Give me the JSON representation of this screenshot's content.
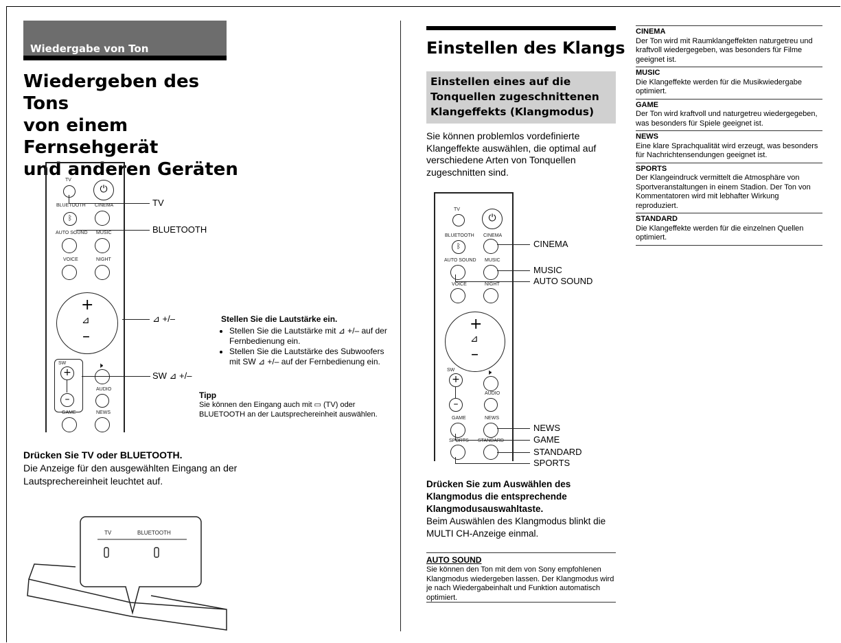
{
  "left": {
    "section_label": "Wiedergabe von Ton",
    "title_lines": [
      "Wiedergeben des Tons",
      "von einem Fernsehgerät",
      "und anderen Geräten"
    ],
    "remote_buttons": {
      "tv": "TV",
      "bluetooth": "BLUETOOTH",
      "cinema": "CINEMA",
      "auto_sound": "AUTO SOUND",
      "music": "MUSIC",
      "voice": "VOICE",
      "night": "NIGHT",
      "sw": "SW",
      "audio": "AUDIO",
      "game": "GAME",
      "news": "NEWS"
    },
    "callouts": {
      "tv": "TV",
      "bluetooth": "BLUETOOTH",
      "volume": "⊿ +/–",
      "sw_volume": "SW ⊿ +/–"
    },
    "volume_heading": "Stellen Sie die Lautstärke ein.",
    "volume_bullets": [
      "Stellen Sie die Lautstärke mit ⊿ +/– auf der Fernbedienung ein.",
      "Stellen Sie die Lautstärke des Subwoofers mit SW ⊿ +/– auf der Fernbedienung ein."
    ],
    "tip_heading": "Tipp",
    "tip_text": "Sie können den Eingang auch mit ▭ (TV) oder BLUETOOTH an der Lautsprechereinheit auswählen.",
    "press_heading": "Drücken Sie TV oder BLUETOOTH.",
    "press_text": "Die Anzeige für den ausgewählten Eingang an der Lautsprechereinheit leuchtet auf.",
    "soundbar_labels": {
      "tv": "TV",
      "bluetooth": "BLUETOOTH"
    }
  },
  "middle": {
    "title": "Einstellen des Klangs",
    "subheading": "Einstellen eines auf die Tonquellen zugeschnittenen Klangeffekts (Klangmodus)",
    "intro": "Sie können problemlos vordefinierte Klangeffekte auswählen, die optimal auf verschiedene Arten von Tonquellen zugeschnitten sind.",
    "remote_buttons": {
      "tv": "TV",
      "bluetooth": "BLUETOOTH",
      "cinema": "CINEMA",
      "auto_sound": "AUTO SOUND",
      "music": "MUSIC",
      "voice": "VOICE",
      "night": "NIGHT",
      "sw": "SW",
      "audio": "AUDIO",
      "game": "GAME",
      "news": "NEWS",
      "sports": "SPORTS",
      "standard": "STANDARD"
    },
    "callouts": {
      "cinema": "CINEMA",
      "music": "MUSIC",
      "auto_sound": "AUTO SOUND",
      "news": "NEWS",
      "game": "GAME",
      "standard": "STANDARD",
      "sports": "SPORTS"
    },
    "press_heading": "Drücken Sie zum Auswählen des Klangmodus die entsprechende Klangmodusauswahltaste.",
    "press_text": "Beim Auswählen des Klangmodus blinkt die MULTI CH-Anzeige einmal.",
    "auto_sound_heading": "AUTO SOUND",
    "auto_sound_text": "Sie können den Ton mit dem von Sony empfohlenen Klangmodus wiedergeben lassen. Der Klangmodus wird je nach Wiedergabeinhalt und Funktion automatisch optimiert."
  },
  "right": {
    "modes": [
      {
        "name": "CINEMA",
        "text": "Der Ton wird mit Raumklangeffekten naturgetreu und kraftvoll wiedergegeben, was besonders für Filme geeignet ist."
      },
      {
        "name": "MUSIC",
        "text": "Die Klangeffekte werden für die Musikwiedergabe optimiert."
      },
      {
        "name": "GAME",
        "text": "Der Ton wird kraftvoll und naturgetreu wiedergegeben, was besonders für Spiele geeignet ist."
      },
      {
        "name": "NEWS",
        "text": "Eine klare Sprachqualität wird erzeugt, was besonders für Nachrichtensendungen geeignet ist."
      },
      {
        "name": "SPORTS",
        "text": "Der Klangeindruck vermittelt die Atmosphäre von Sportveranstaltungen in einem Stadion. Der Ton von Kommentatoren wird mit lebhafter Wirkung reproduziert."
      },
      {
        "name": "STANDARD",
        "text": "Die Klangeffekte werden für die einzelnen Quellen optimiert."
      }
    ]
  }
}
